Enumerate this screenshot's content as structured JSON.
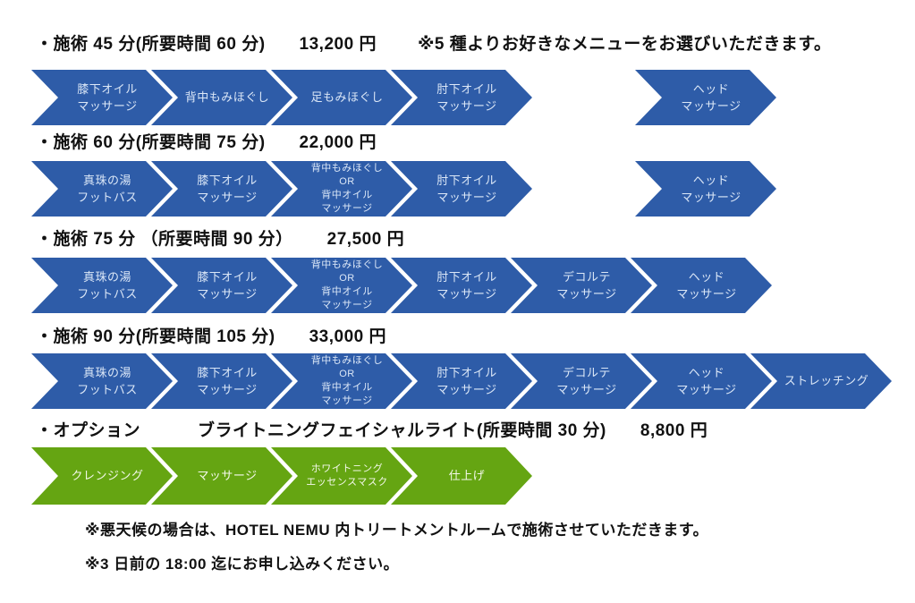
{
  "colors": {
    "blue_arrow": "#2e5ca8",
    "green_arrow": "#65a512",
    "blue_arrow_text": "#dbe7f7",
    "green_arrow_text": "#f3f8ea",
    "header_text": "#111111"
  },
  "rows": [
    {
      "header": {
        "title": "・施術 45 分(所要時間 60 分)",
        "price": "13,200 円",
        "note": "※5 種よりお好きなメニューをお選びいただきます。"
      },
      "steps": [
        "膝下オイル\nマッサージ",
        "背中もみほぐし",
        "足もみほぐし",
        "肘下オイル\nマッサージ",
        "ヘッド\nマッサージ"
      ]
    },
    {
      "header": {
        "title": "・施術 60 分(所要時間 75 分)",
        "price": "22,000 円"
      },
      "steps": [
        "真珠の湯\nフットバス",
        "膝下オイル\nマッサージ",
        "背中もみほぐし\nOR\n背中オイル\nマッサージ",
        "肘下オイル\nマッサージ",
        "ヘッド\nマッサージ"
      ]
    },
    {
      "header": {
        "title": "・施術 75 分 （所要時間 90 分）",
        "price": "27,500 円"
      },
      "steps": [
        "真珠の湯\nフットバス",
        "膝下オイル\nマッサージ",
        "背中もみほぐし\nOR\n背中オイル\nマッサージ",
        "肘下オイル\nマッサージ",
        "デコルテ\nマッサージ",
        "ヘッド\nマッサージ"
      ]
    },
    {
      "header": {
        "title": "・施術 90 分(所要時間 105 分)",
        "price": "33,000 円"
      },
      "steps": [
        "真珠の湯\nフットバス",
        "膝下オイル\nマッサージ",
        "背中もみほぐし\nOR\n背中オイル\nマッサージ",
        "肘下オイル\nマッサージ",
        "デコルテ\nマッサージ",
        "ヘッド\nマッサージ",
        "ストレッチング"
      ]
    },
    {
      "header": {
        "title": "・オプション",
        "subtitle": "ブライトニングフェイシャルライト(所要時間 30 分)",
        "price": "8,800 円"
      },
      "steps": [
        "クレンジング",
        "マッサージ",
        "ホワイトニング\nエッセンスマスク",
        "仕上げ"
      ]
    }
  ],
  "footnotes": [
    "※悪天候の場合は、HOTEL NEMU 内トリートメントルームで施術させていただきます。",
    "※3 日前の 18:00 迄にお申し込みください。"
  ]
}
